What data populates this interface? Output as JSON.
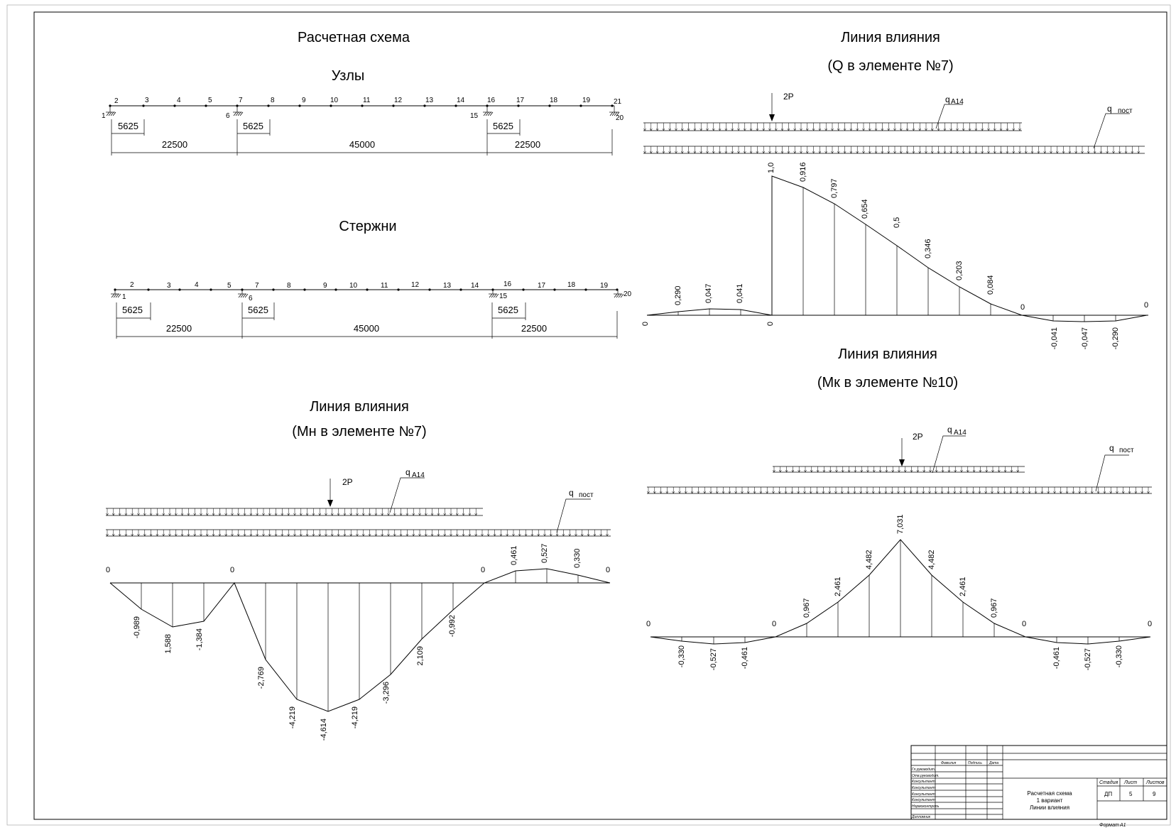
{
  "titles": {
    "calc_scheme": "Расчетная схема",
    "nodes": "Узлы",
    "rods": "Стержни",
    "il_q7_line1": "Линия влияния",
    "il_q7_line2": "(Q в элементе №7)",
    "il_mn7_line1": "Линия влияния",
    "il_mn7_line2": "(Мн в элементе №7)",
    "il_mk10_line1": "Линия влияния",
    "il_mk10_line2": "(Мк в элементе №10)"
  },
  "nodes_scheme": {
    "labels_top": [
      "2",
      "3",
      "4",
      "5",
      "7",
      "8",
      "9",
      "10",
      "11",
      "12",
      "13",
      "14",
      "16",
      "17",
      "18",
      "19",
      "21"
    ],
    "labels_bottom": [
      "1",
      "6",
      "15",
      "20"
    ],
    "dims_small": [
      "5625",
      "5625",
      "5625"
    ],
    "dims_spans": [
      "22500",
      "45000",
      "22500"
    ]
  },
  "rods_scheme": {
    "labels_top": [
      "2",
      "3",
      "4",
      "5",
      "7",
      "8",
      "9",
      "10",
      "11",
      "12",
      "13",
      "14",
      "16",
      "17",
      "18",
      "19"
    ],
    "support_labels": [
      "1",
      "6",
      "15",
      "20"
    ],
    "dims_small": [
      "5625",
      "5625",
      "5625"
    ],
    "dims_spans": [
      "22500",
      "45000",
      "22500"
    ]
  },
  "loads": {
    "force": "2P",
    "q_live_main": "q",
    "q_live_sub": "A14",
    "q_perm_main": "q",
    "q_perm_sub": "пост"
  },
  "chart_data": [
    {
      "type": "line",
      "title": "Линия влияния (Q в элементе №7)",
      "x": [
        0,
        1,
        2,
        3,
        4,
        5,
        6,
        6,
        7,
        8,
        9,
        10,
        11,
        12,
        13,
        14,
        15,
        16,
        17,
        18,
        19,
        20
      ],
      "y": [
        0,
        0.29,
        0.047,
        0.041,
        0,
        0,
        0,
        1.0,
        0.916,
        0.797,
        0.654,
        0.5,
        0.346,
        0.203,
        0.084,
        0,
        -0.041,
        -0.047,
        -0.29,
        0
      ],
      "point_labels": [
        "0",
        "0,290",
        "0,047",
        "0,041",
        "0",
        "1,0",
        "0,916",
        "0,797",
        "0,654",
        "0,5",
        "0,346",
        "0,203",
        "0,084",
        "0",
        "-0,041",
        "-0,047",
        "-0,290",
        "0"
      ]
    },
    {
      "type": "line",
      "title": "Линия влияния (Мн в элементе №7)",
      "point_labels": [
        "0",
        "-0,989",
        "1,588",
        "-1,384",
        "0",
        "-2,769",
        "-4,219",
        "-4,614",
        "-4,219",
        "-3,296",
        "2,109",
        "-0,992",
        "0",
        "0,461",
        "0,527",
        "0,330",
        "0"
      ]
    },
    {
      "type": "line",
      "title": "Линия влияния (Мк в элементе №10)",
      "point_labels": [
        "0",
        "-0,330",
        "-0,527",
        "-0,461",
        "0",
        "0,967",
        "2,461",
        "4,482",
        "7,031",
        "4,482",
        "2,461",
        "0,967",
        "0",
        "-0,461",
        "-0,527",
        "-0,330",
        "0"
      ]
    }
  ],
  "stamp": {
    "col_headers": [
      "Фамилия",
      "Подпись",
      "Дата"
    ],
    "roles": [
      "Гл.руководит.",
      "Отв.руководит.",
      "Консультант",
      "Консультант",
      "Консультант",
      "Консультант",
      "Нормоконтроль",
      "Дипломник"
    ],
    "doc_title_1": "Расчетная схема",
    "doc_title_2": "1 вариант",
    "doc_title_3": "Линии влияния",
    "stage_label": "Стадия",
    "sheet_label": "Лист",
    "sheets_label": "Листов",
    "stage_value": "ДП",
    "sheet_value": "5",
    "sheets_value": "9",
    "format_label": "Формат",
    "format_value": "А1"
  }
}
